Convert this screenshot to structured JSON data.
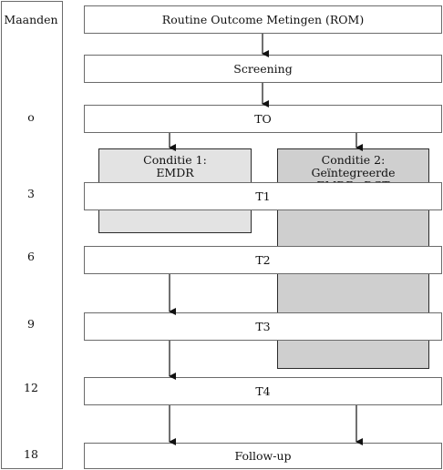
{
  "months_column": {
    "header": "Maanden",
    "labels": [
      "o",
      "3",
      "6",
      "9",
      "12",
      "18"
    ]
  },
  "boxes": {
    "rom": "Routine Outcome Metingen (ROM)",
    "screening": "Screening",
    "t0": "TO",
    "t1": "T1",
    "t2": "T2",
    "t3": "T3",
    "t4": "T4",
    "followup": "Follow-up"
  },
  "conditions": {
    "c1_line1": "Conditie 1:",
    "c1_line2": "EMDR",
    "c2_line1": "Conditie 2:",
    "c2_line2": "Geïntegreerde EMDR+DGT"
  },
  "colors": {
    "condition1_fill": "#e3e3e3",
    "condition2_fill": "#cfcfcf",
    "border": "#6b6b6b"
  }
}
